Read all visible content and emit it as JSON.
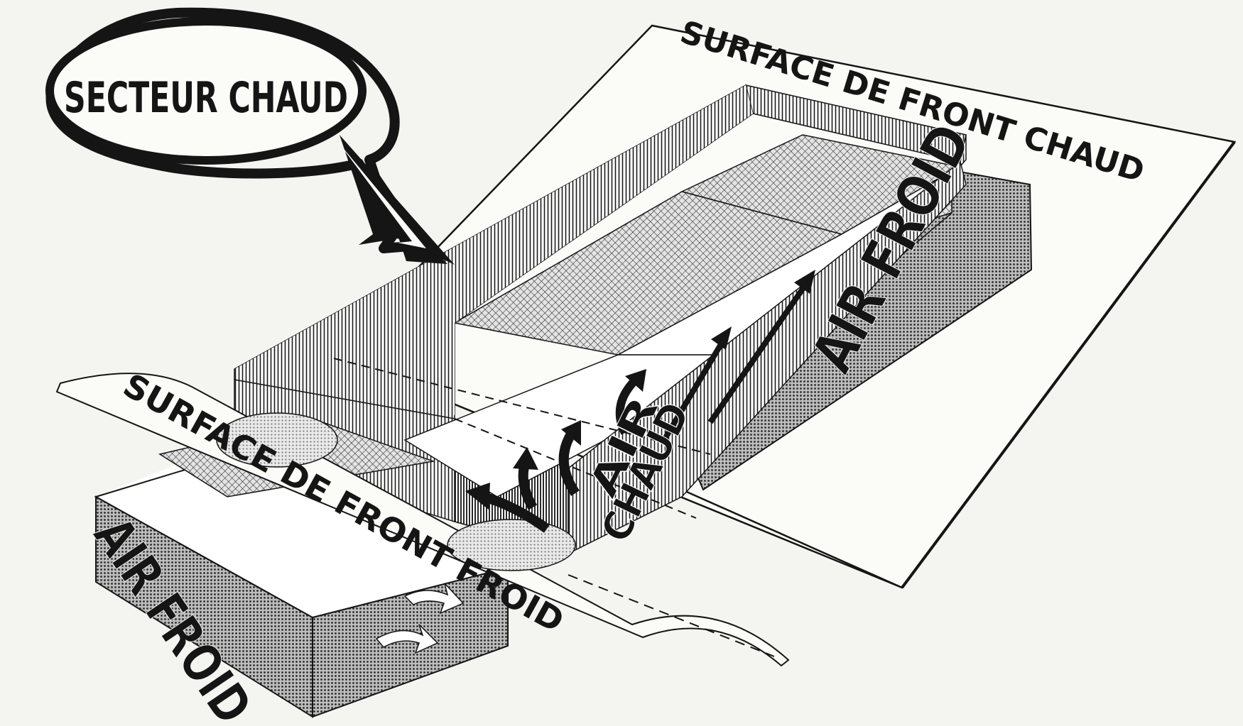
{
  "labels": {
    "callout": "SECTEUR CHAUD",
    "warm_front_surface": "SURFACE DE FRONT CHAUD",
    "cold_front_surface": "SURFACE DE FRONT FROID",
    "cold_air_right": "AIR FROID",
    "cold_air_left": "AIR FROID",
    "warm_air_line1": "AIR",
    "warm_air_line2": "CHAUD"
  },
  "colors": {
    "paper": "#f4f4f1",
    "ink": "#151515",
    "warm_hatch": "#1a1a1a",
    "cold_dots": "#2a2a2a",
    "surface_fill": "#fbfbf8"
  }
}
